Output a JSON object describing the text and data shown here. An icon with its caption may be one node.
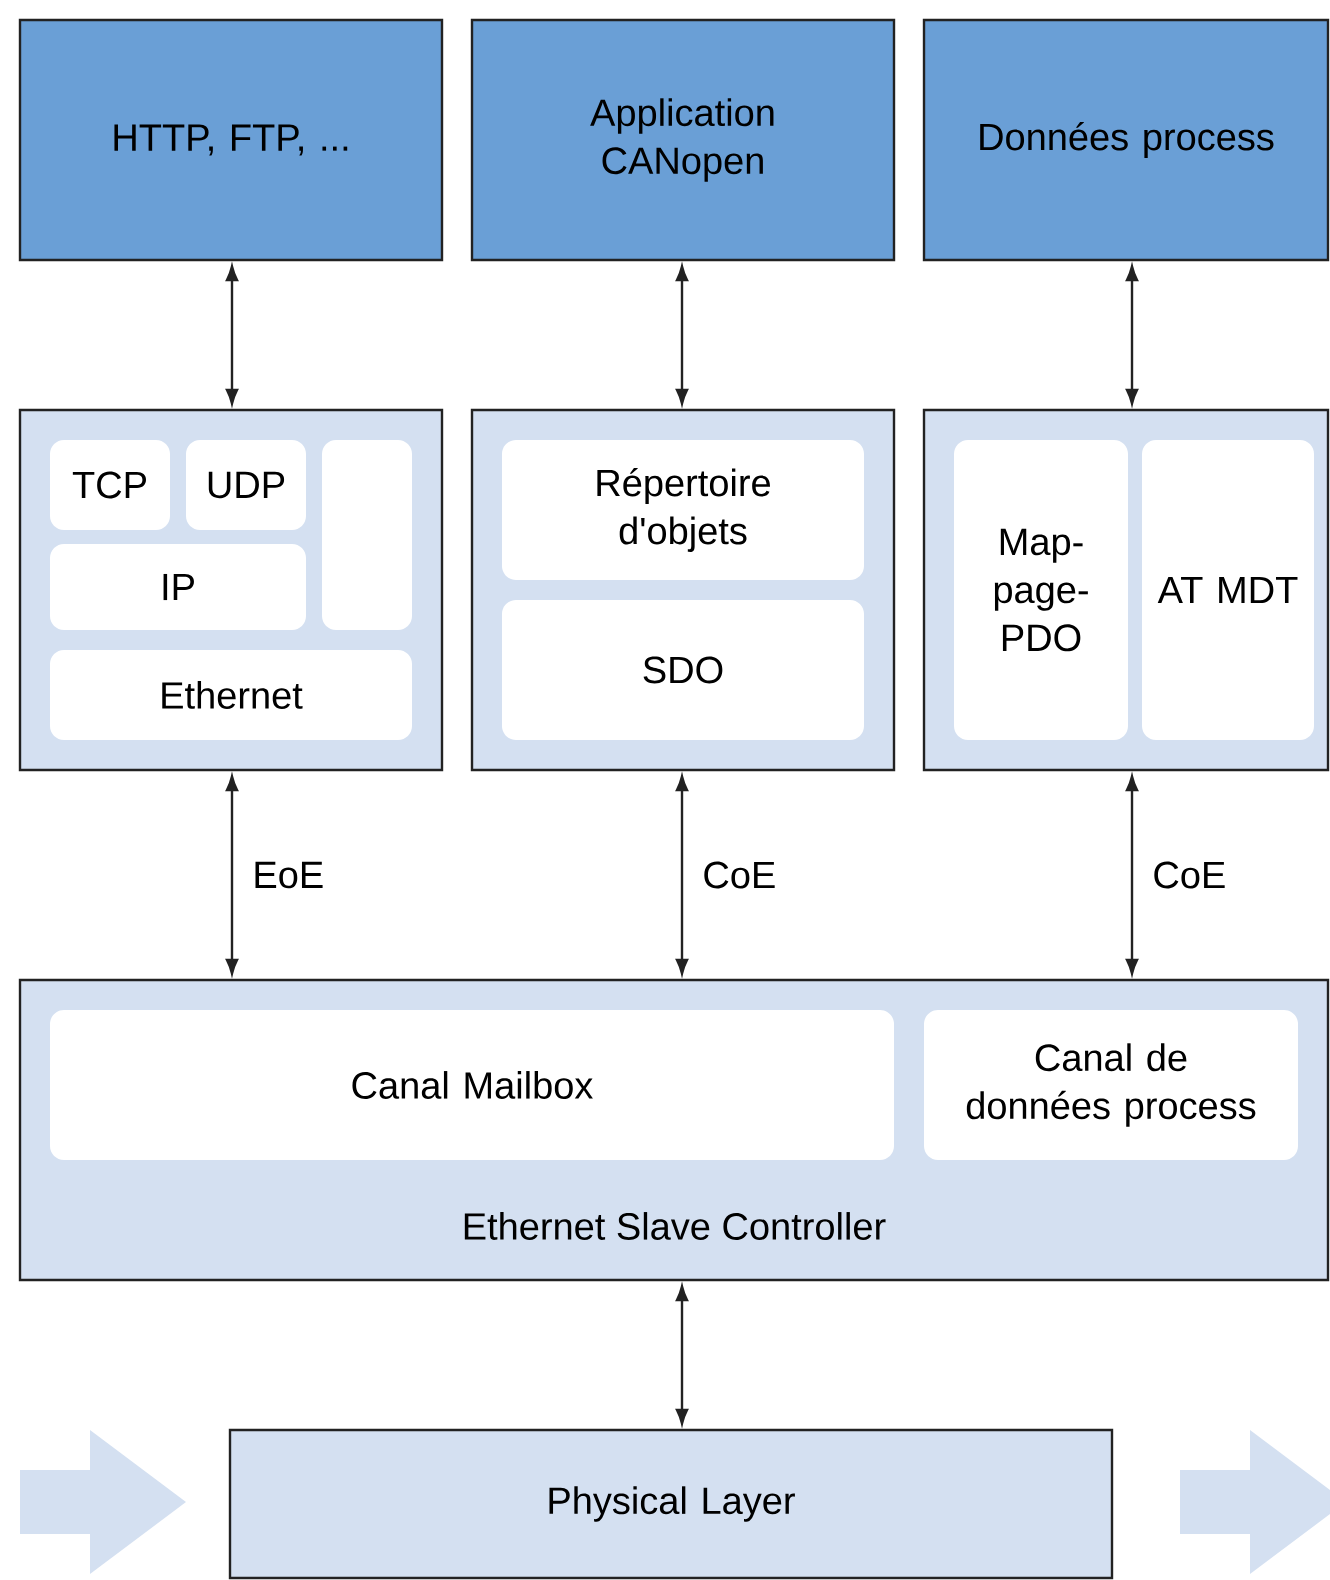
{
  "diagram": {
    "nodes": [
      {
        "text": [
          "HTTP, FTP, ..."
        ]
      },
      {
        "text": [
          "Application CANopen"
        ]
      },
      {
        "text": [
          "Données process"
        ]
      },
      {
        "text": [],
        "shape": "box"
      },
      {
        "text": [
          "TCP"
        ],
        "in": 3
      },
      {
        "text": [
          "UDP"
        ],
        "in": 3
      },
      {
        "text": [],
        "shape": "box",
        "in": 3
      },
      {
        "text": [
          "IP"
        ],
        "in": 3
      },
      {
        "text": [
          "Ethernet"
        ],
        "in": 3
      },
      {
        "text": [],
        "shape": "box"
      },
      {
        "text": [
          "Répertoire d'objets"
        ],
        "in": 9
      },
      {
        "text": [
          "SDO"
        ],
        "in": 9
      },
      {
        "text": [],
        "shape": "box"
      },
      {
        "text": [
          "Map-page-PDO"
        ],
        "in": 12
      },
      {
        "text": [
          "AT MDT"
        ],
        "in": 12
      },
      {
        "text": [
          "Ethernet Slave Controller"
        ]
      },
      {
        "text": [
          "Canal Mailbox"
        ],
        "in": 15
      },
      {
        "text": [
          "Canal de données process"
        ],
        "in": 15
      },
      {
        "text": [
          "Physical Layer"
        ]
      }
    ],
    "edges": [
      {
        "from": 0,
        "to": 3,
        "arrow": "both"
      },
      {
        "from": 1,
        "to": 9,
        "arrow": "both"
      },
      {
        "from": 2,
        "to": 12,
        "arrow": "both"
      },
      {
        "from": 3,
        "to": 15,
        "arrow": "both",
        "label": "EoE"
      },
      {
        "from": 9,
        "to": 15,
        "arrow": "both",
        "label": "CoE"
      },
      {
        "from": 12,
        "to": 15,
        "arrow": "both",
        "label": "CoE"
      },
      {
        "from": 15,
        "to": 18,
        "arrow": "both"
      }
    ]
  }
}
